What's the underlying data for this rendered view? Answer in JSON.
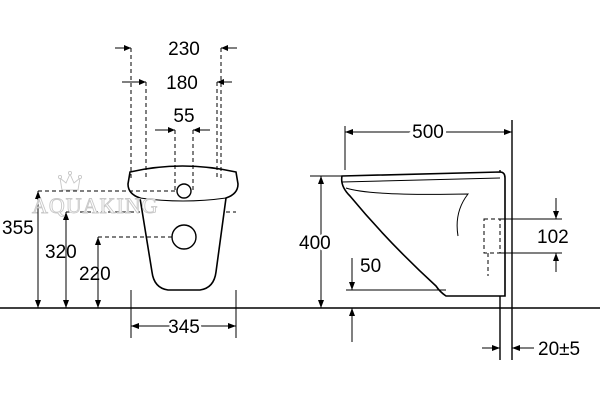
{
  "watermark": {
    "text": "AQUAKING"
  },
  "dimensions": {
    "front_width_outer": "230",
    "front_width_inner": "180",
    "front_hole_spacing": "55",
    "height_355": "355",
    "height_320": "320",
    "height_220": "220",
    "front_base_width": "345",
    "side_depth": "500",
    "side_height": "400",
    "side_outlet": "50",
    "side_bracket": "102",
    "wall_gap": "20±5"
  }
}
